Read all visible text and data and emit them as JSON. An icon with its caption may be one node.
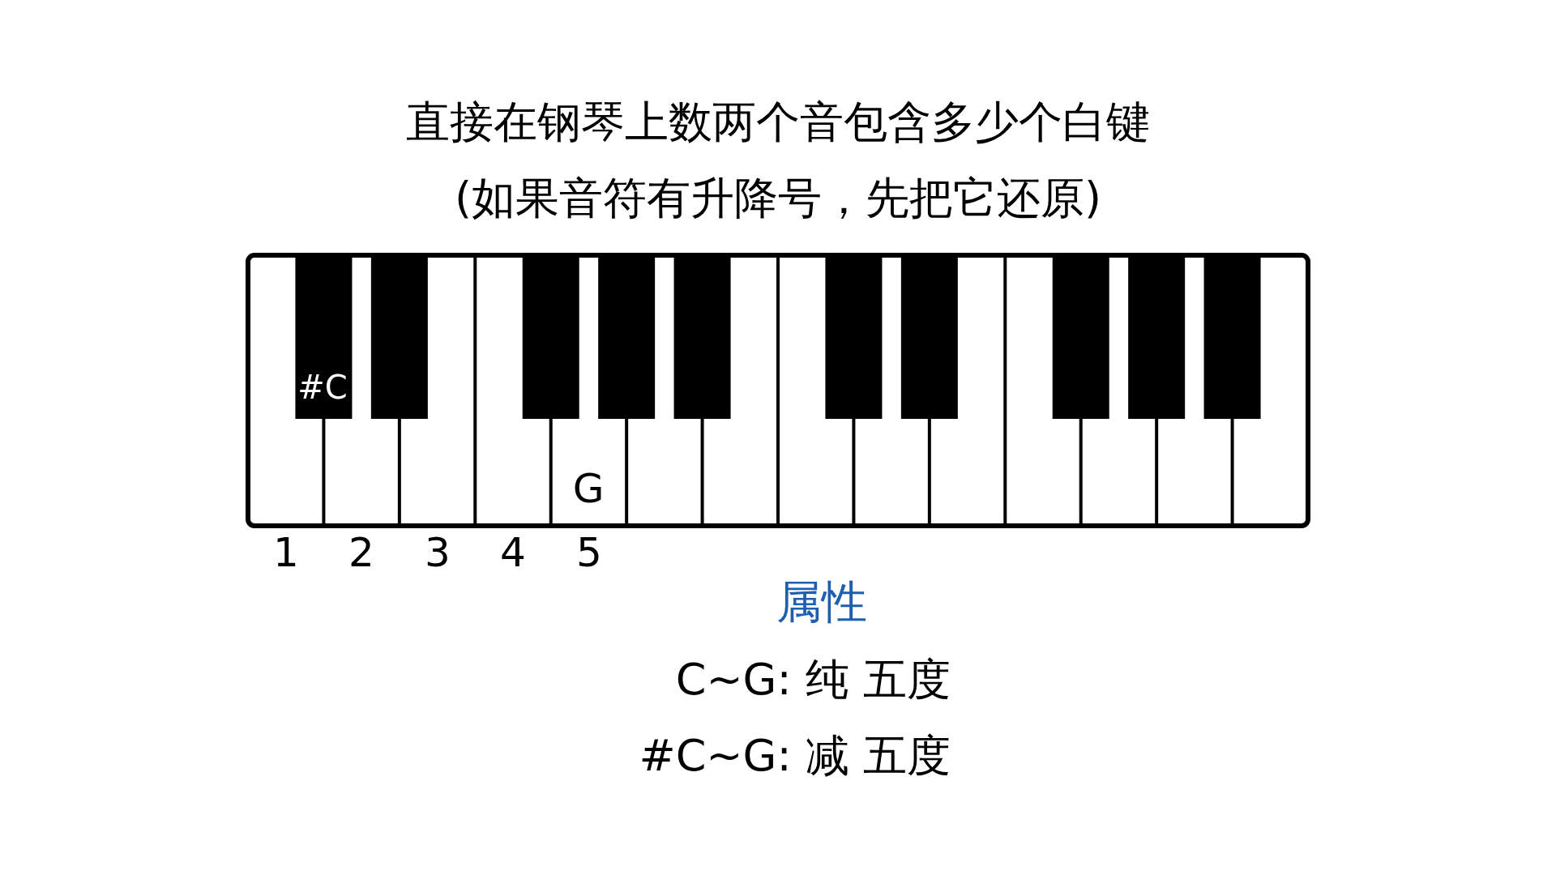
{
  "diagram": {
    "title": "直接在钢琴上数两个音包含多少个白键",
    "labels": [
      "(如果音符有升降号，先把它还原)",
      "#C",
      "G",
      "1",
      "2",
      "3",
      "4",
      "5",
      "属性",
      "C~G: 纯 五度",
      "#C~G: 减 五度"
    ]
  }
}
